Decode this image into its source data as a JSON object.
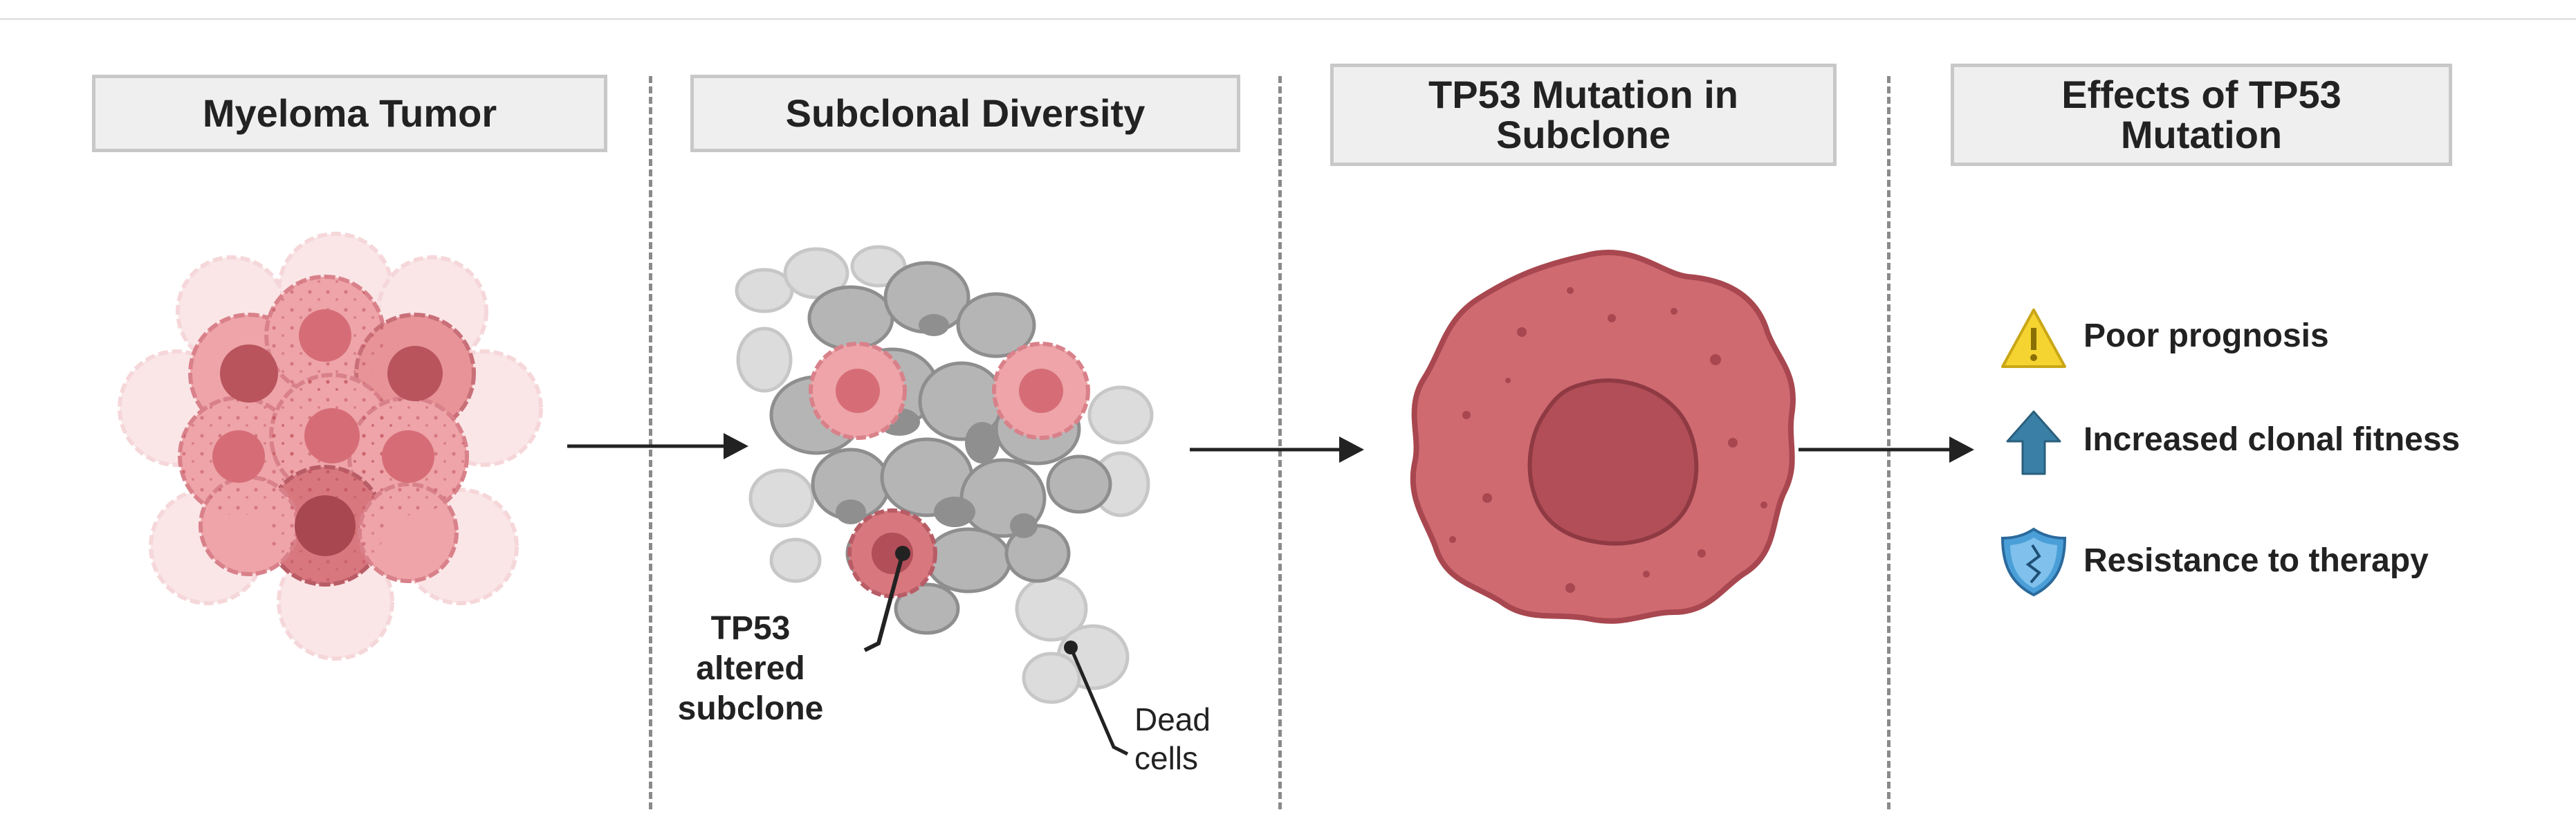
{
  "panels": [
    {
      "title": "Myeloma Tumor"
    },
    {
      "title": "Subclonal Diversity"
    },
    {
      "title": "TP53 Mutation in Subclone"
    },
    {
      "title": "Effects of TP53 Mutation"
    }
  ],
  "labels": {
    "tp53_altered": "TP53 altered subclone",
    "dead_cells": "Dead cells"
  },
  "effects": [
    {
      "label": "Poor prognosis",
      "icon": "warning-icon"
    },
    {
      "label": "Increased clonal fitness",
      "icon": "up-arrow-icon"
    },
    {
      "label": "Resistance to therapy",
      "icon": "shield-icon"
    }
  ],
  "colors": {
    "cell_light": "#f3c3c6",
    "cell_mid": "#e79397",
    "cell_dark": "#c75a63",
    "nucleus_dark": "#a8474f",
    "dead_cell": "#bdbdbd",
    "warning": "#f5d431",
    "arrow_blue": "#3a7fa6",
    "shield_blue": "#4a9fd8"
  }
}
